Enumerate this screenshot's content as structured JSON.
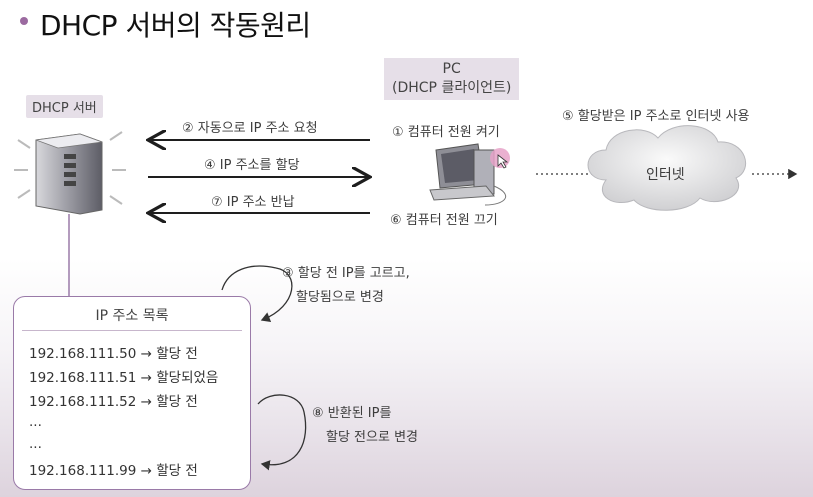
{
  "title": "DHCP 서버의 작동원리",
  "server_label": "DHCP 서버",
  "pc_label": {
    "line1": "PC",
    "line2": "(DHCP 클라이언트)"
  },
  "internet_label": "인터넷",
  "steps": {
    "s1": "① 컴퓨터 전원 켜기",
    "s2": "② 자동으로 IP 주소 요청",
    "s3_line1": "③ 할당 전 IP를 고르고,",
    "s3_line2": "할당됨으로 변경",
    "s4": "④ IP 주소를 할당",
    "s5": "⑤ 할당받은 IP 주소로 인터넷 사용",
    "s6": "⑥ 컴퓨터 전원 끄기",
    "s7": "⑦ IP 주소 반납",
    "s8_line1": "⑧ 반환된 IP를",
    "s8_line2": "할당 전으로 변경"
  },
  "ip_list": {
    "header": "IP 주소 목록",
    "rows": [
      "192.168.111.50 → 할당 전",
      "192.168.111.51 → 할당되었음",
      "192.168.111.52 → 할당 전",
      "...",
      "...",
      "192.168.111.99 → 할당 전"
    ]
  },
  "colors": {
    "accent": "#9b6aa0",
    "label_bg": "#e6dfe8",
    "box_border": "#9a7aa8"
  }
}
